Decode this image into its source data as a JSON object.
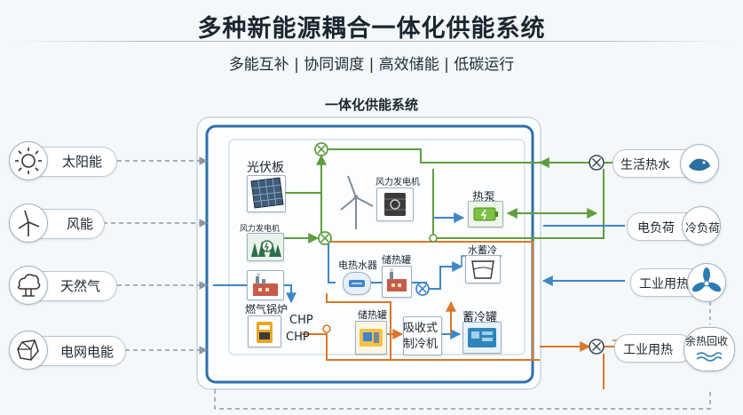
{
  "header": {
    "title": "多种新能源耦合一体化供能系统",
    "subtitle": "多能互补 | 协同调度 | 高效储能 | 低碳运行"
  },
  "system": {
    "title": "一体化供能系统"
  },
  "sources": [
    {
      "label": "太阳能",
      "icon": "sun-icon"
    },
    {
      "label": "风能",
      "icon": "wind-turbine-icon"
    },
    {
      "label": "天然气",
      "icon": "gas-cloud-icon"
    },
    {
      "label": "电网电能",
      "icon": "grid-power-icon"
    }
  ],
  "components": {
    "pv": "光伏板",
    "wind_gen_left": "风力发电机",
    "gas_boiler": "燃气锅炉",
    "wind_gen_center": "风力发电机",
    "heat_pump": "热泵",
    "electric_water_heater": "电热水器",
    "heat_storage_top": "储热罐",
    "water_chiller": "水蓄冷",
    "chp_1": "CHP",
    "chp_2": "CHP",
    "heat_storage_bottom": "储热罐",
    "absorption_chiller_line1": "吸收式",
    "absorption_chiller_line2": "制冷机",
    "cold_storage": "蓄冷罐"
  },
  "outputs": {
    "domestic_hot_water": "生活热水",
    "electric_load": "电负荷",
    "cooling_load": "冷负荷",
    "industrial_heat_1": "工业用热",
    "industrial_heat_2": "工业用热",
    "waste_heat_recovery": "余热回收"
  },
  "colors": {
    "electric": "#4a8fcf",
    "thermal": "#d9772a",
    "green_flow": "#5e9e3f",
    "frame": "#2f6fae",
    "source_dash": "#8a97a3"
  }
}
